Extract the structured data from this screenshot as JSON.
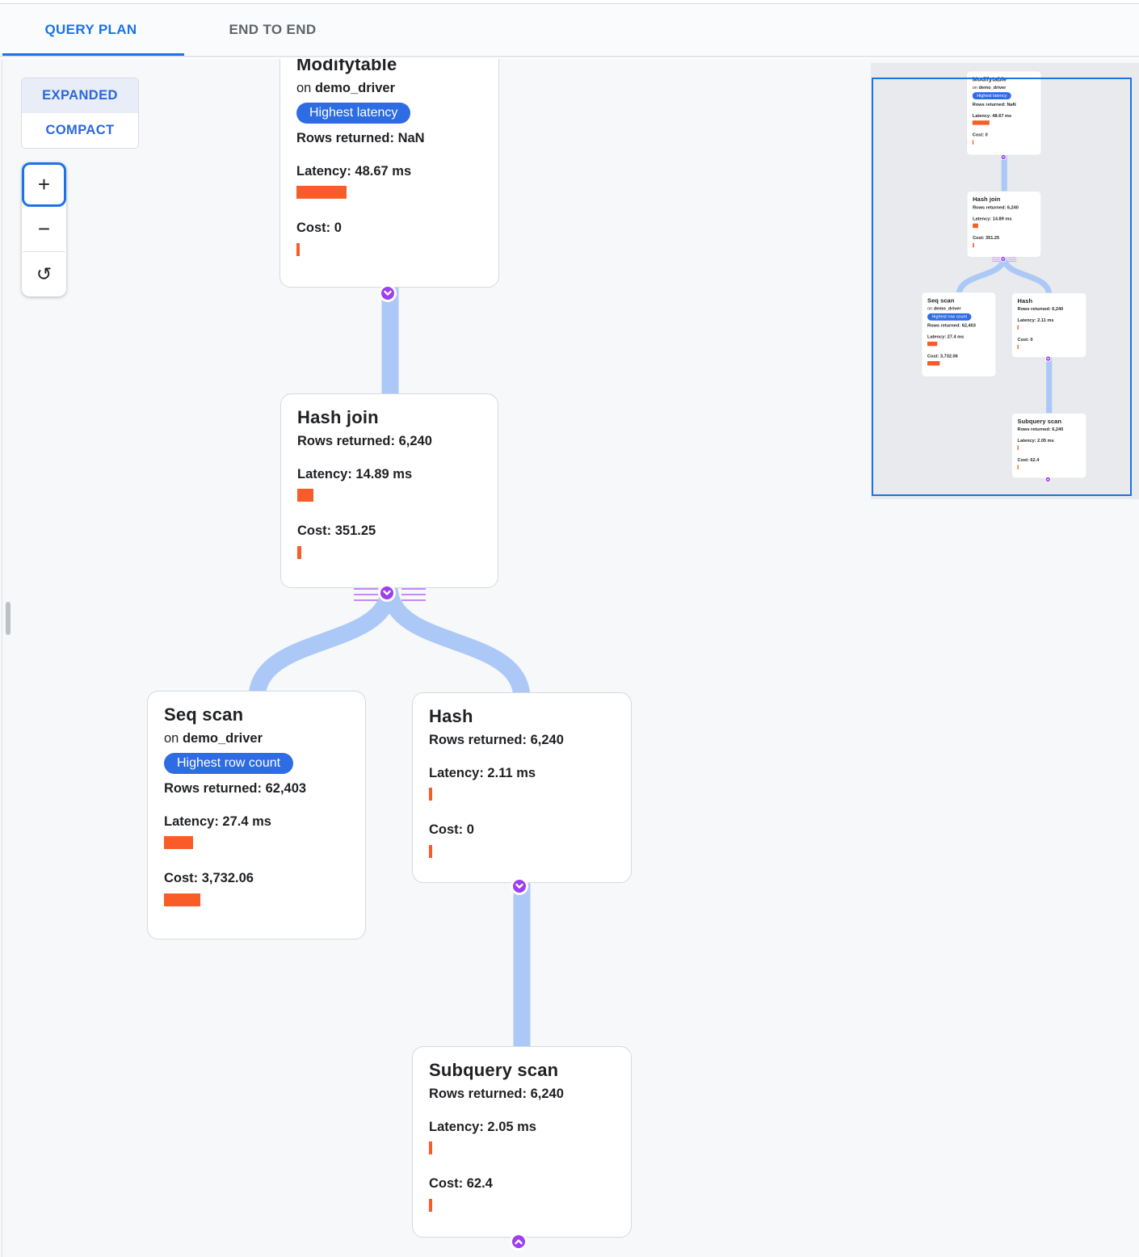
{
  "tabs": {
    "query_plan": "QUERY PLAN",
    "end_to_end": "END TO END"
  },
  "view_toggle": {
    "expanded": "EXPANDED",
    "compact": "COMPACT"
  },
  "zoom_controls": {
    "zoom_in": "+",
    "zoom_out": "−",
    "reset_icon": "↺"
  },
  "nodes": {
    "modifytable": {
      "title": "Modifytable",
      "on": "on",
      "table": "demo_driver",
      "badge": "Highest latency",
      "rows": "Rows returned: NaN",
      "latency": "Latency: 48.67 ms",
      "cost": "Cost: 0",
      "latency_bar": 62,
      "cost_bar": 4
    },
    "hash_join": {
      "title": "Hash join",
      "rows": "Rows returned: 6,240",
      "latency": "Latency: 14.89 ms",
      "cost": "Cost: 351.25",
      "latency_bar": 20,
      "cost_bar": 5
    },
    "seq_scan": {
      "title": "Seq scan",
      "on": "on",
      "table": "demo_driver",
      "badge": "Highest row count",
      "rows": "Rows returned: 62,403",
      "latency": "Latency: 27.4 ms",
      "cost": "Cost: 3,732.06",
      "latency_bar": 36,
      "cost_bar": 45
    },
    "hash": {
      "title": "Hash",
      "rows": "Rows returned: 6,240",
      "latency": "Latency: 2.11 ms",
      "cost": "Cost: 0",
      "latency_bar": 4,
      "cost_bar": 4
    },
    "subquery_scan": {
      "title": "Subquery scan",
      "rows": "Rows returned: 6,240",
      "latency": "Latency: 2.05 ms",
      "cost": "Cost: 62.4",
      "latency_bar": 4,
      "cost_bar": 4
    }
  },
  "colors": {
    "accent_blue": "#1a73e8",
    "badge_blue": "#2d6ce3",
    "bar_orange": "#f95c28",
    "edge_blue": "#abc8f7",
    "toggle_purple": "#9d3ff0",
    "minimap_viewport_blue": "#1a73e8"
  }
}
